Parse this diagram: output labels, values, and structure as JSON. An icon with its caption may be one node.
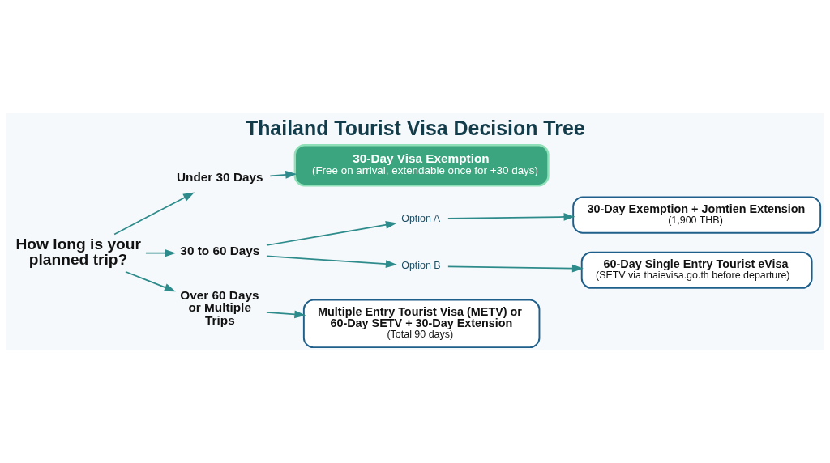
{
  "diagram": {
    "title": "Thailand Tourist Visa Decision Tree",
    "nodes": [
      {
        "text": [
          "How long is your planned trip?"
        ]
      },
      {
        "text": [
          "Under 30 Days"
        ]
      },
      {
        "text": [
          "30 to 60 Days"
        ]
      },
      {
        "text": [
          "Over 60 Days or Multiple Trips"
        ]
      },
      {
        "text": [
          "30-Day Visa Exemption",
          "(Free on arrival, extendable once for +30 days)"
        ]
      },
      {
        "text": [
          "Option A"
        ]
      },
      {
        "text": [
          "Option B"
        ]
      },
      {
        "text": [
          "30-Day Exemption + Jomtien Extension",
          "(1,900 THB)"
        ]
      },
      {
        "text": [
          "60-Day Single Entry Tourist eVisa",
          "(SETV via thaievisa.go.th before departure)"
        ]
      },
      {
        "text": [
          "Multiple Entry Tourist Visa (METV) or 60-Day SETV + 30-Day Extension",
          "(Total 90 days)"
        ]
      }
    ],
    "edges": [
      {
        "from": 0,
        "to": 1,
        "arrow": "to"
      },
      {
        "from": 0,
        "to": 2,
        "arrow": "to"
      },
      {
        "from": 0,
        "to": 3,
        "arrow": "to"
      },
      {
        "from": 1,
        "to": 4,
        "arrow": "to"
      },
      {
        "from": 2,
        "to": 5,
        "arrow": "to"
      },
      {
        "from": 2,
        "to": 6,
        "arrow": "to"
      },
      {
        "from": 5,
        "to": 7,
        "arrow": "to"
      },
      {
        "from": 6,
        "to": 8,
        "arrow": "to"
      },
      {
        "from": 3,
        "to": 9,
        "arrow": "to"
      }
    ]
  }
}
